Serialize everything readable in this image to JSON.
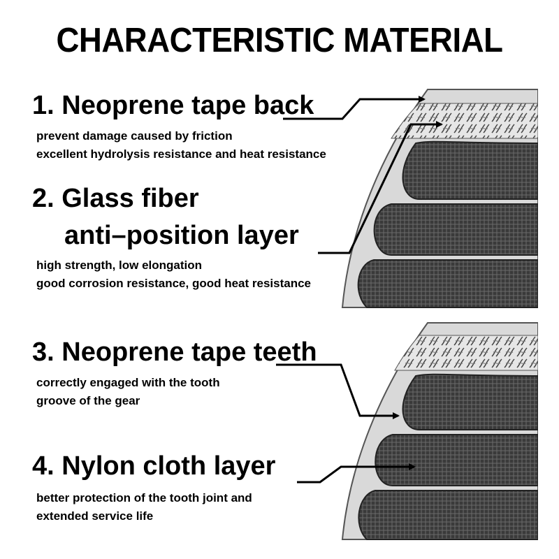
{
  "title": "CHARACTERISTIC MATERIAL",
  "items": [
    {
      "heading": "1. Neoprene tape back",
      "desc_lines": [
        "prevent damage caused by friction",
        "excellent hydrolysis resistance and heat resistance"
      ]
    },
    {
      "heading_lines": [
        "2. Glass fiber",
        "anti–position layer"
      ],
      "desc_lines": [
        "high strength, low elongation",
        "good corrosion resistance, good heat resistance"
      ]
    },
    {
      "heading": "3. Neoprene tape teeth",
      "desc_lines": [
        "correctly engaged with the tooth",
        "groove of the gear"
      ]
    },
    {
      "heading": "4. Nylon cloth layer",
      "desc_lines": [
        "better protection of the tooth joint and",
        "extended service life"
      ]
    }
  ],
  "colors": {
    "text": "#000000",
    "belt_dark": "#3f3f3f",
    "belt_light": "#dcdcdc"
  },
  "icons": [
    "timing-belt-illustration",
    "pointer-arrow"
  ]
}
